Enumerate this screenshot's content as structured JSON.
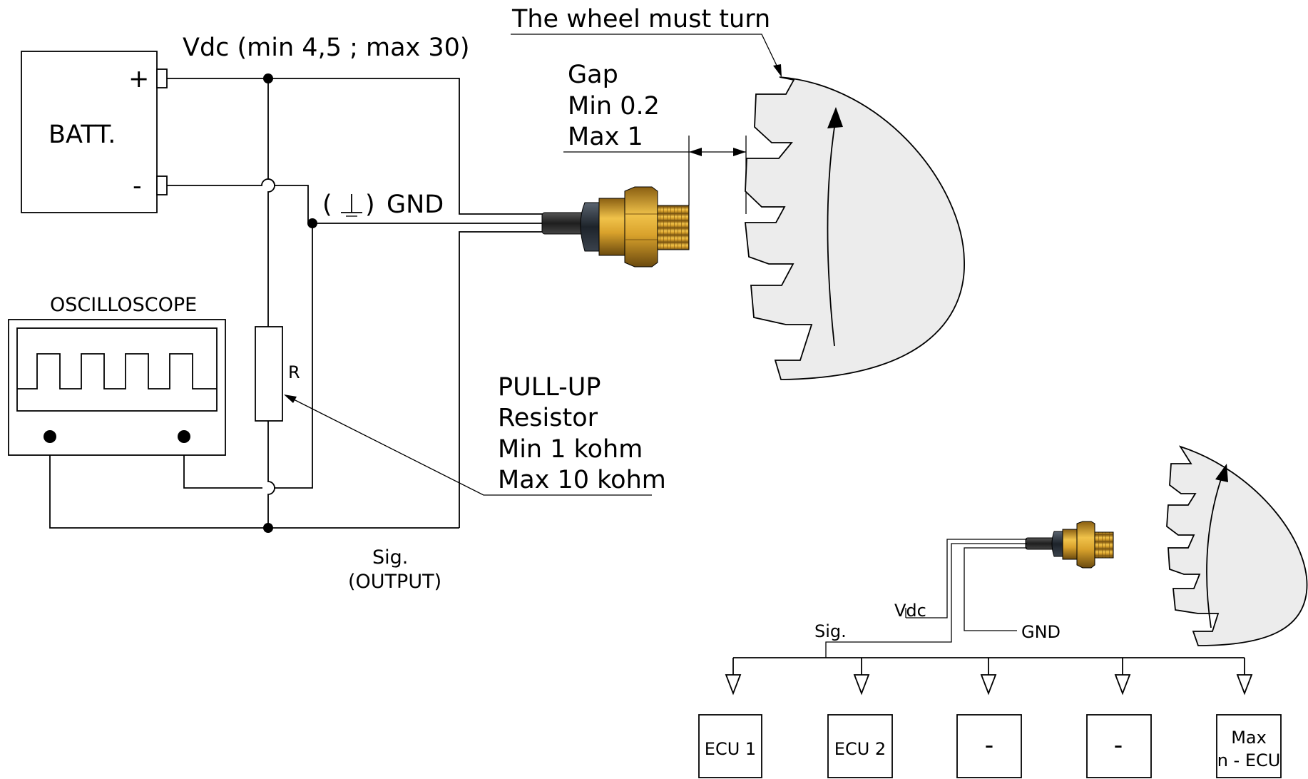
{
  "labels": {
    "wheel_turn": "The wheel must turn",
    "vdc_range": "Vdc (min 4,5 ; max 30)",
    "plus": "+",
    "minus": "-",
    "battery": "BATT.",
    "ground_symbol": "(⊥)",
    "gnd": "GND",
    "gap_title": "Gap",
    "gap_min": "Min 0.2",
    "gap_max": "Max 1",
    "oscilloscope": "OSCILLOSCOPE",
    "resistor": "R",
    "pullup_1": "PULL-UP",
    "pullup_2": "Resistor",
    "pullup_3": "Min 1 kohm",
    "pullup_4": "Max 10 kohm",
    "sig_1": "Sig.",
    "sig_2": "(OUTPUT)"
  },
  "bus": {
    "vdc": "Vdc",
    "sig": "Sig.",
    "gnd": "GND",
    "ecus": [
      {
        "line1": "ECU 1",
        "line2": ""
      },
      {
        "line1": "ECU 2",
        "line2": ""
      },
      {
        "line1": "-",
        "line2": ""
      },
      {
        "line1": "-",
        "line2": ""
      },
      {
        "line1": "Max",
        "line2": "n - ECU"
      }
    ]
  },
  "colors": {
    "sensor_body": "#d4a02a",
    "sensor_dark": "#6b4a0e",
    "cable": "#2b2b2b",
    "wheel_fill": "#ececec"
  }
}
